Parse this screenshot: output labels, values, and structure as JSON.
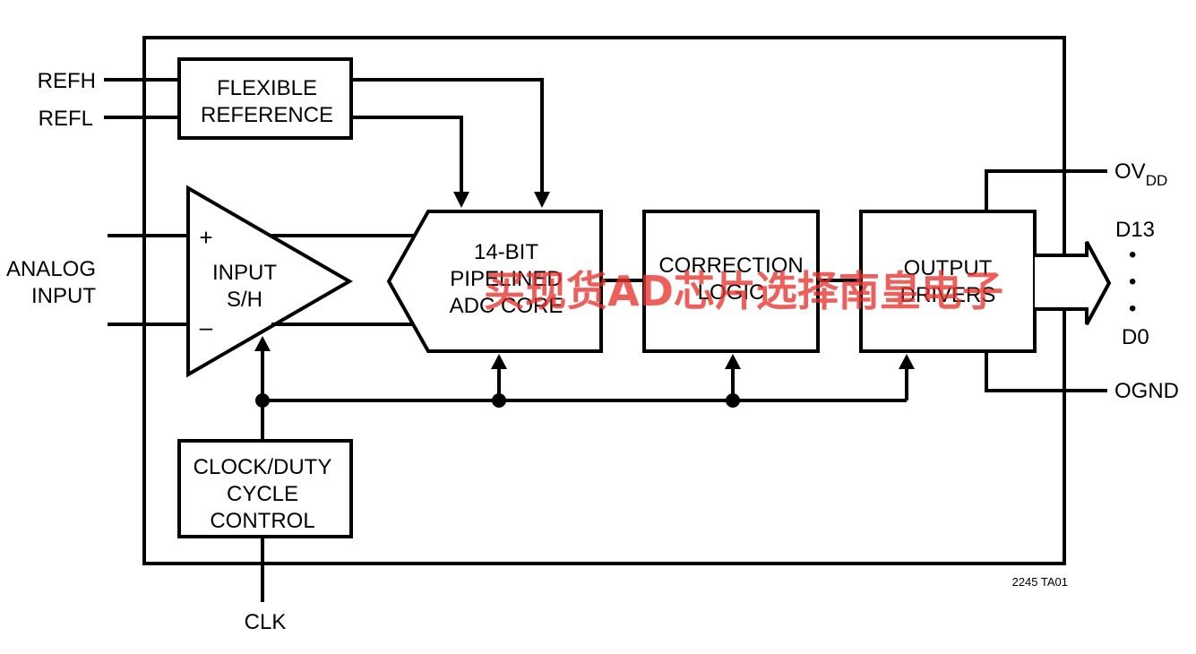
{
  "labels": {
    "refh": "REFH",
    "refl": "REFL",
    "analog_input_1": "ANALOG",
    "analog_input_2": "INPUT",
    "clk": "CLK",
    "ovdd_main": "OV",
    "ovdd_sub": "DD",
    "d13": "D13",
    "d0": "D0",
    "ognd": "OGND",
    "figure_id": "2245 TA01"
  },
  "blocks": {
    "flexible_reference": [
      "FLEXIBLE",
      "REFERENCE"
    ],
    "input_sh": [
      "INPUT",
      "S/H"
    ],
    "adc_core": [
      "14-BIT",
      "PIPELINED",
      "ADC CORE"
    ],
    "correction_logic": [
      "CORRECTION",
      "LOGIC"
    ],
    "output_drivers": [
      "OUTPUT",
      "DRIVERS"
    ],
    "clock_control": [
      "CLOCK/DUTY",
      "CYCLE",
      "CONTROL"
    ]
  },
  "signs": {
    "plus": "+",
    "minus": "–"
  },
  "bus_dots": "•",
  "watermark": "买现货AD芯片选择南皇电子"
}
